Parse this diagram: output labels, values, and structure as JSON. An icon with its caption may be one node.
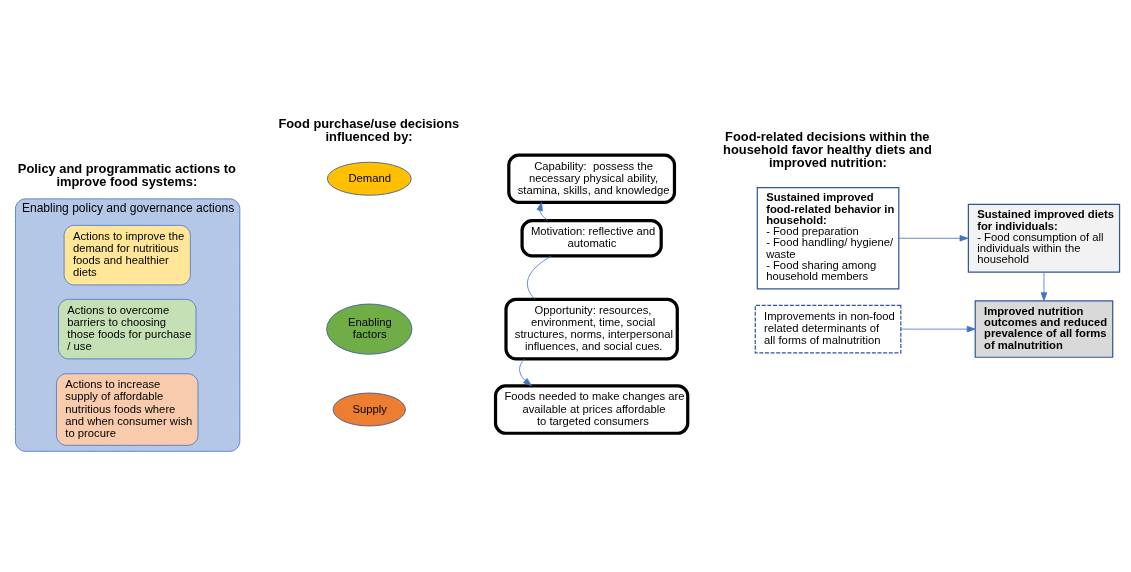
{
  "diagram": {
    "nodes": [
      {
        "text": [
          "Enabling policy and governance actions"
        ]
      },
      {
        "text": [
          "Actions to improve the demand for nutritious foods and healthier diets"
        ],
        "in": 0
      },
      {
        "text": [
          "Actions to overcome barriers to choosing those foods for purchase / use"
        ],
        "in": 0
      },
      {
        "text": [
          "Actions to increase supply of affordable nutritious foods where and when consumer wish to procure"
        ],
        "in": 0
      },
      {
        "text": [
          "Demand"
        ]
      },
      {
        "text": [
          "Enabling factors"
        ]
      },
      {
        "text": [
          "Supply"
        ]
      },
      {
        "text": [
          "Capability:  possess the necessary physical ability, stamina, skills, and knowledge"
        ]
      },
      {
        "text": [
          "Motivation: reflective and automatic"
        ]
      },
      {
        "text": [
          "Opportunity: resources, environment, time, social structures, norms, interpersonal influences, and social cues."
        ]
      },
      {
        "text": [
          "Foods needed to make changes are available at prices affordable to targeted consumers"
        ]
      },
      {
        "text": [
          "Sustained improved food-related behavior in household:",
          "- Food preparation",
          "- Food handling/ hygiene/ waste",
          "- Food sharing among household members"
        ]
      },
      {
        "text": [
          "Sustained improved diets for individuals:",
          "- Food consumption of all individuals within the household"
        ]
      },
      {
        "text": [
          "Improvements in non-food related determinants of all forms of malnutrition"
        ]
      },
      {
        "text": [
          "Improved nutrition outcomes and reduced prevalence of all forms of malnutrition"
        ]
      }
    ],
    "edges": [
      {
        "from": 8,
        "to": 7,
        "arrow": "to"
      },
      {
        "from": 9,
        "to": 8,
        "arrow": "none"
      },
      {
        "from": 9,
        "to": 10,
        "arrow": "to"
      },
      {
        "from": 11,
        "to": 12,
        "arrow": "to"
      },
      {
        "from": 12,
        "to": 14,
        "arrow": "to"
      },
      {
        "from": 13,
        "to": 14,
        "arrow": "to"
      }
    ],
    "labels": [
      "Policy and programmatic actions to improve food systems:",
      "Food purchase/use decisions influenced by:",
      "Food-related decisions within the household favor healthy diets and improved nutrition:"
    ]
  }
}
